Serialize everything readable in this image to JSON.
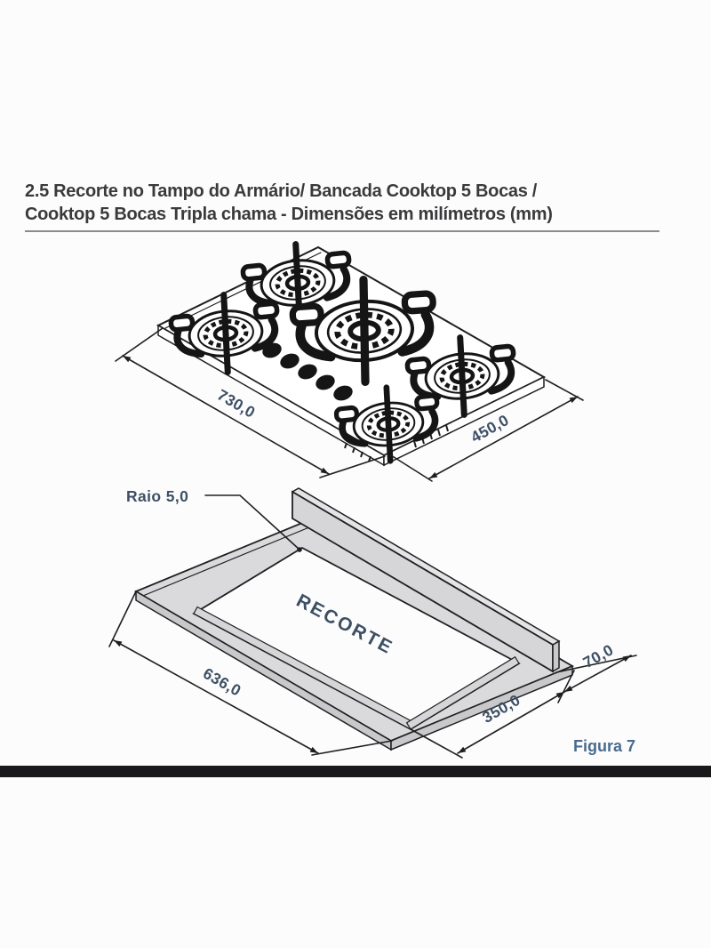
{
  "heading": {
    "line1": "2.5 Recorte no Tampo do Armário/ Bancada Cooktop 5 Bocas /",
    "line2": "Cooktop 5 Bocas Tripla chama - Dimensões em milímetros (mm)"
  },
  "cooktop_figure": {
    "width_dim": "730,0",
    "depth_dim": "450,0",
    "burner_count": 5,
    "knob_count": 5
  },
  "cutout_figure": {
    "radius_label": "Raio 5,0",
    "cutout_label": "RECORTE",
    "width_dim": "636,0",
    "depth_dim": "350,0",
    "backsplash_dim": "70,0"
  },
  "caption": "Figura 7",
  "colors": {
    "page_bg": "#fcfcfc",
    "heading_text": "#3a3a3c",
    "rule": "#8b8b8f",
    "line_color": "#1f1f21",
    "dim_text": "#3e5066",
    "recorte_text": "#3d4f63",
    "caption_text": "#4a6b8e",
    "slab_fill": "#dadadc",
    "slab_edge": "#c9c9cb",
    "wall_fill": "#d6d6d8",
    "wall_top": "#e4e4e6",
    "divider": "#19191b"
  }
}
